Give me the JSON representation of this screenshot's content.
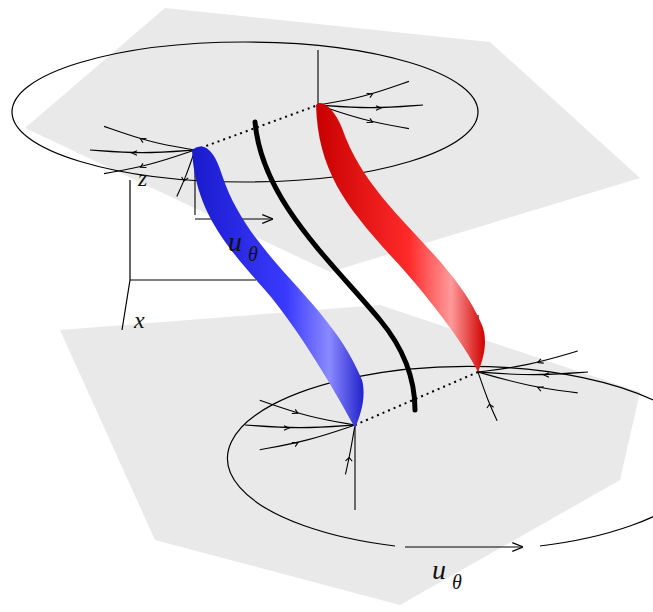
{
  "diagram": {
    "labels": [
      "z",
      "x",
      "u",
      "θ",
      "u",
      "θ"
    ]
  }
}
